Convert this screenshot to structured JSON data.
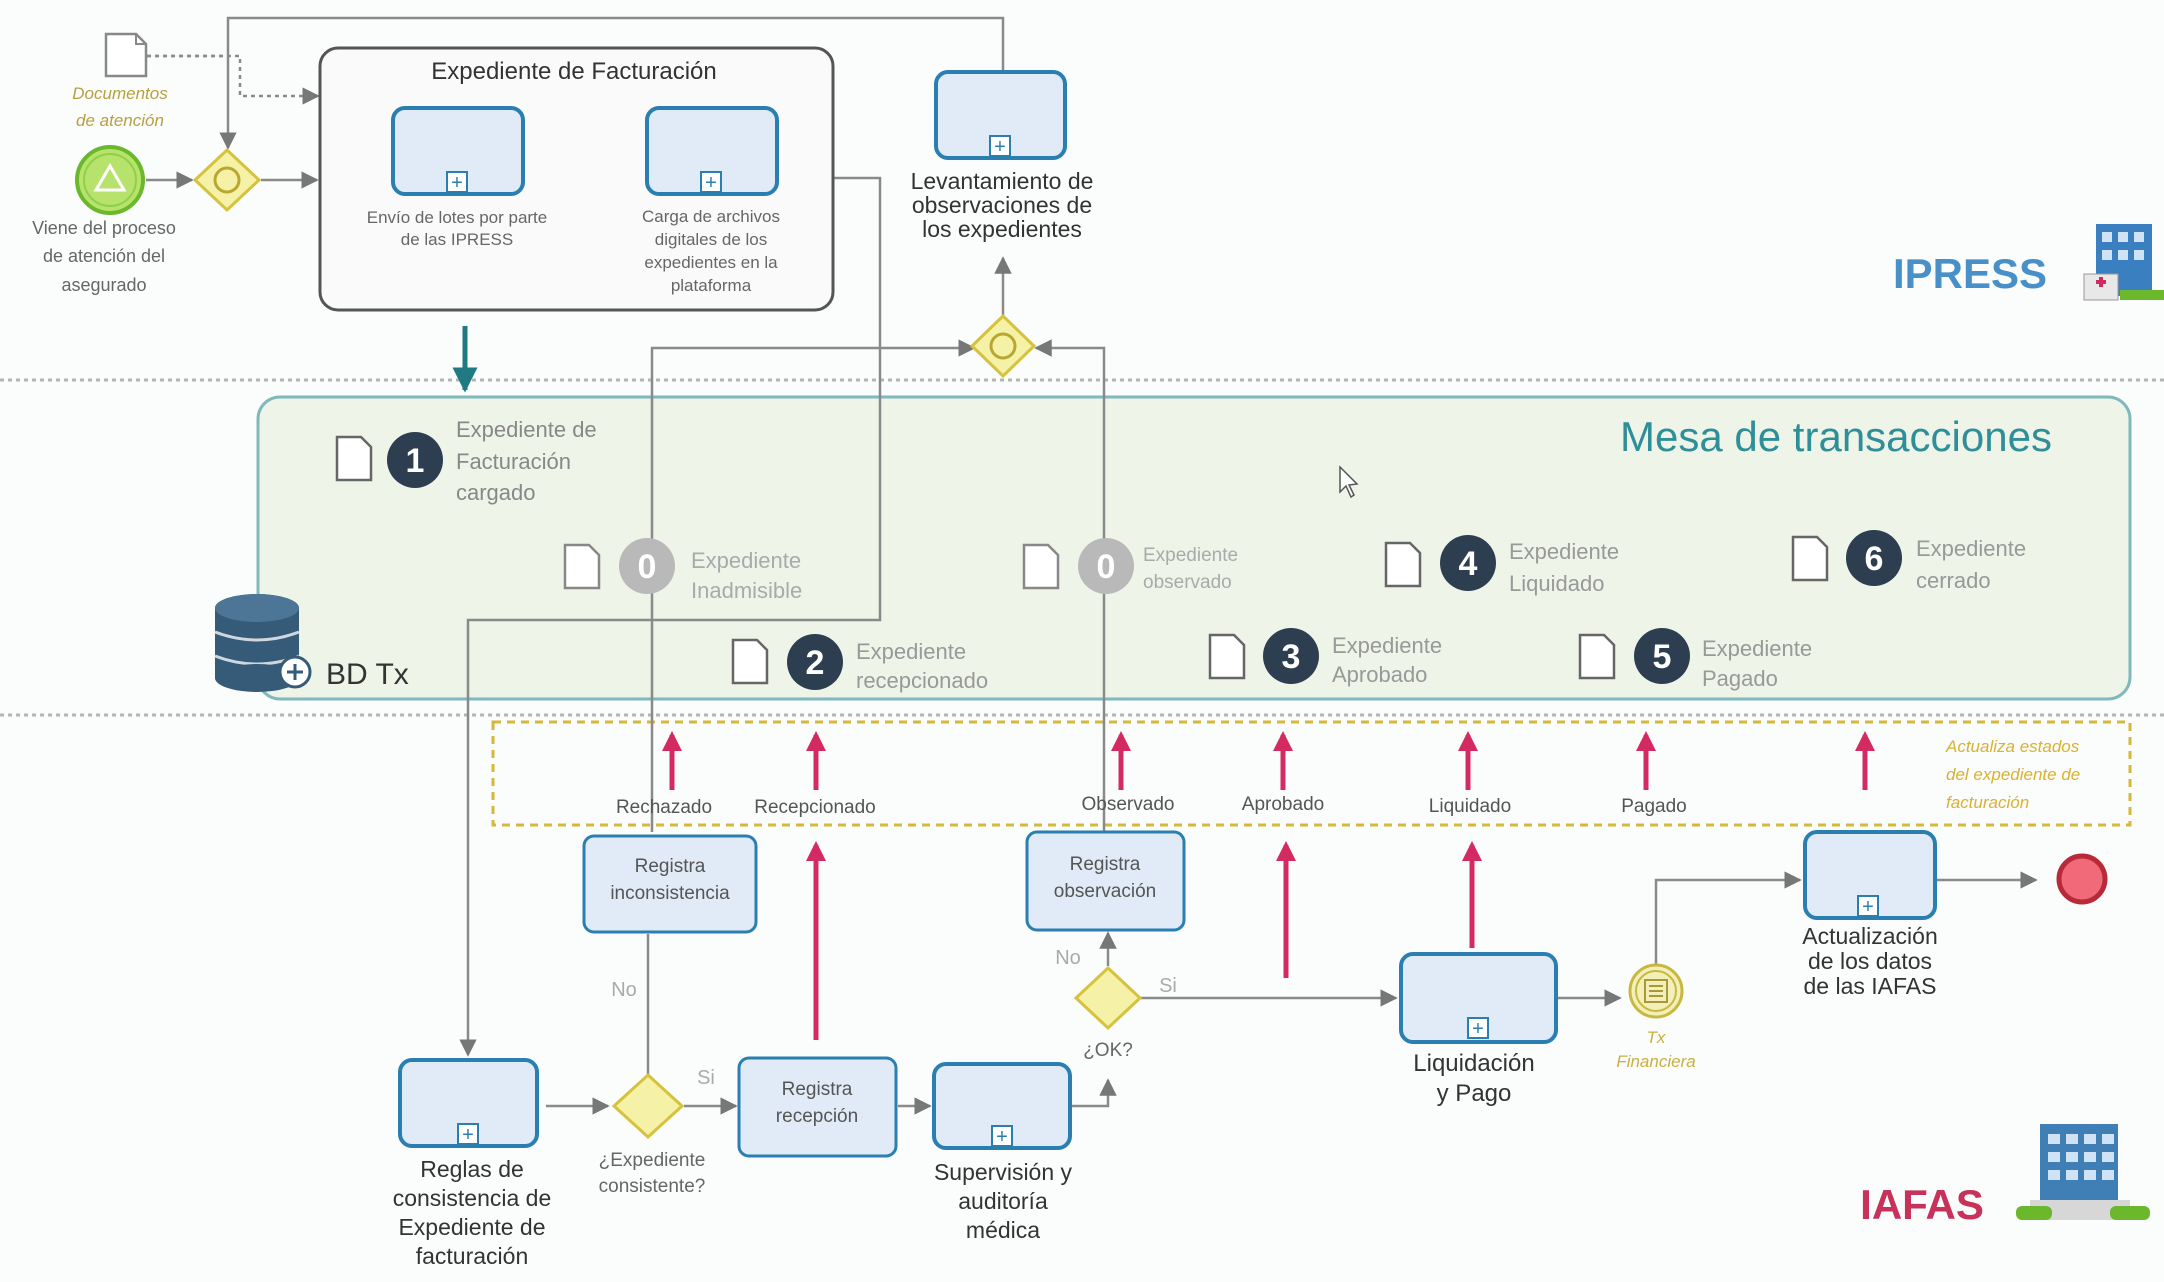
{
  "lanes": {
    "ipress": {
      "label": "IPRESS",
      "color": "#4a90c8"
    },
    "mesa": {
      "label": "Mesa de transacciones",
      "color": "#2f8f98"
    },
    "iafas": {
      "label": "IAFAS",
      "color": "#c8315a"
    }
  },
  "ipress": {
    "documentos_l1": "Documentos",
    "documentos_l2": "de atención",
    "start_l1": "Viene del proceso",
    "start_l2": "de atención del",
    "start_l3": "asegurado",
    "group_title": "Expediente de Facturación",
    "envio_l1": "Envío de lotes por parte",
    "envio_l2": "de las IPRESS",
    "carga_l1": "Carga de archivos",
    "carga_l2": "digitales de los",
    "carga_l3": "expedientes en la",
    "carga_l4": "plataforma",
    "lev_l1": "Levantamiento de",
    "lev_l2": "observaciones de",
    "lev_l3": "los expedientes"
  },
  "mesa": {
    "db_label": "BD Tx",
    "s1": {
      "num": "1",
      "l1": "Expediente de",
      "l2": "Facturación",
      "l3": "cargado"
    },
    "s0a": {
      "num": "0",
      "l1": "Expediente",
      "l2": "Inadmisible"
    },
    "s0b": {
      "num": "0",
      "l1": "Expediente",
      "l2": "observado"
    },
    "s2": {
      "num": "2",
      "l1": "Expediente",
      "l2": "recepcionado"
    },
    "s3": {
      "num": "3",
      "l1": "Expediente",
      "l2": "Aprobado"
    },
    "s4": {
      "num": "4",
      "l1": "Expediente",
      "l2": "Liquidado"
    },
    "s5": {
      "num": "5",
      "l1": "Expediente",
      "l2": "Pagado"
    },
    "s6": {
      "num": "6",
      "l1": "Expediente",
      "l2": "cerrado"
    }
  },
  "updates": {
    "rechazado": "Rechazado",
    "recepcionado": "Recepcionado",
    "observado": "Observado",
    "aprobado": "Aprobado",
    "liquidado": "Liquidado",
    "pagado": "Pagado",
    "note_l1": "Actualiza estados",
    "note_l2": "del expediente de",
    "note_l3": "facturación"
  },
  "iafas": {
    "reg_incons_l1": "Registra",
    "reg_incons_l2": "inconsistencia",
    "reg_obs_l1": "Registra",
    "reg_obs_l2": "observación",
    "reg_rec_l1": "Registra",
    "reg_rec_l2": "recepción",
    "reglas_l1": "Reglas de",
    "reglas_l2": "consistencia de",
    "reglas_l3": "Expediente de",
    "reglas_l4": "facturación",
    "consistente_l1": "¿Expediente",
    "consistente_l2": "consistente?",
    "no1": "No",
    "si1": "Si",
    "ok": "¿OK?",
    "no2": "No",
    "si2": "Si",
    "sup_l1": "Supervisión y",
    "sup_l2": "auditoría",
    "sup_l3": "médica",
    "liq_l1": "Liquidación",
    "liq_l2": "y Pago",
    "tx_l1": "Tx",
    "tx_l2": "Financiera",
    "act_l1": "Actualización",
    "act_l2": "de los datos",
    "act_l3": "de las IAFAS"
  }
}
